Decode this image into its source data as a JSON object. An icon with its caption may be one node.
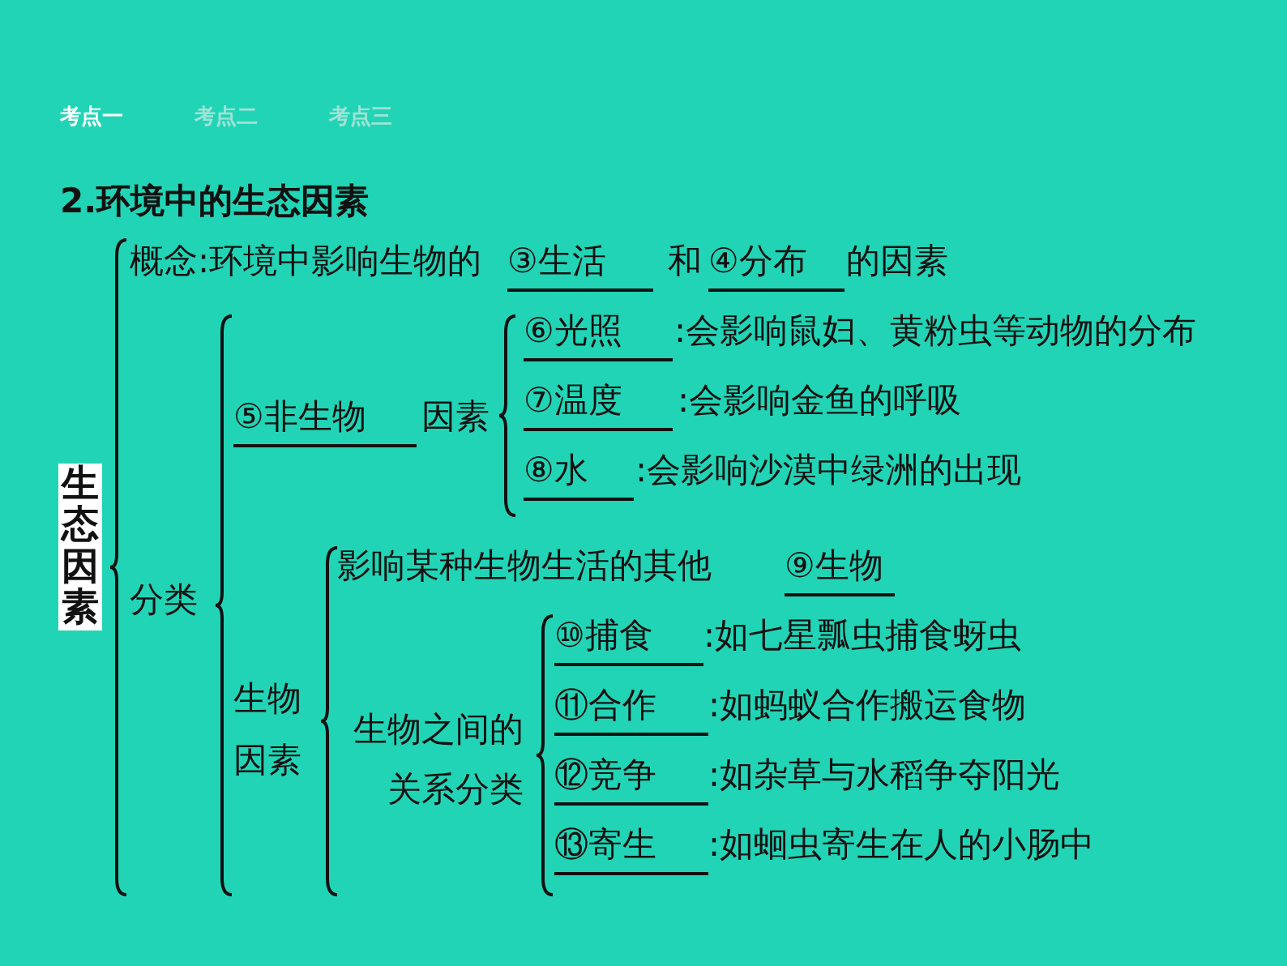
{
  "diagram": {
    "title": "2.环境中的生态因素",
    "nodes": [
      {
        "text": [
          "生态因素"
        ]
      }
    ],
    "labels": [
      "考点一",
      "考点二",
      "考点三",
      "概念:环境中影响生物的",
      "③生活",
      "和",
      "④分布",
      "的因素",
      "⑥光照",
      ":会影响鼠妇、黄粉虫等动物的分布",
      "⑤非生物",
      "因素",
      "⑦温度",
      ":会影响金鱼的呼吸",
      "分类",
      "⑧水",
      ":会影响沙漠中绿洲的出现",
      "影响某种生物生活的其他",
      "⑨生物",
      "⑩捕食",
      ":如七星瓢虫捕食蚜虫",
      "生物因素",
      "⑪合作",
      ":如蚂蚁合作搬运食物",
      "生物之间的关系分类",
      "⑫竞争",
      ":如杂草与水稻争夺阳光",
      "⑬寄生",
      ":如蛔虫寄生在人的小肠中"
    ]
  }
}
